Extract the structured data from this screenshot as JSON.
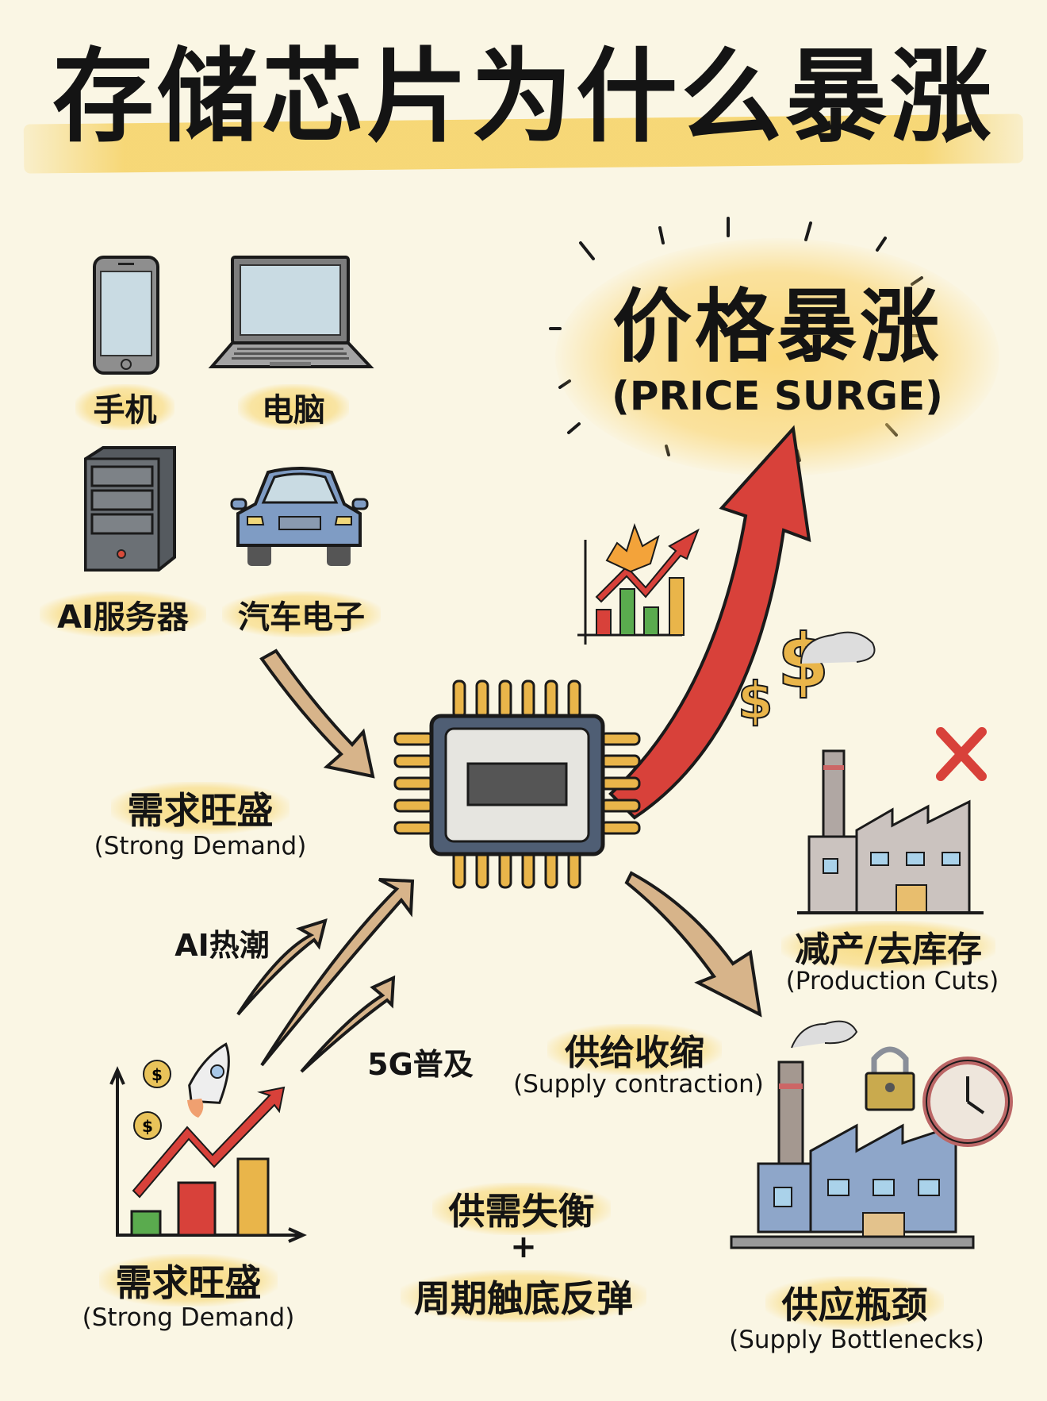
{
  "title": "存储芯片为什么暴涨",
  "price_surge": {
    "cn": "价格暴涨",
    "en": "(PRICE SURGE)"
  },
  "devices": [
    {
      "label": "手机",
      "icon": "smartphone-icon"
    },
    {
      "label": "电脑",
      "icon": "laptop-icon"
    },
    {
      "label": "AI服务器",
      "icon": "server-icon"
    },
    {
      "label": "汽车电子",
      "icon": "car-icon"
    }
  ],
  "demand_top": {
    "cn": "需求旺盛",
    "en": "(Strong Demand)"
  },
  "drivers": {
    "ai": "AI热潮",
    "g5": "5G普及"
  },
  "demand_bottom": {
    "cn": "需求旺盛",
    "en": "(Strong Demand)"
  },
  "production_cuts": {
    "cn": "减产/去库存",
    "en": "(Production Cuts)"
  },
  "supply_contraction": {
    "cn": "供给收缩",
    "en": "(Supply contraction)"
  },
  "conclusion": {
    "line1": "供需失衡",
    "plus": "+",
    "line2": "周期触底反弹"
  },
  "supply_bottleneck": {
    "cn": "供应瓶颈",
    "en": "(Supply Bottlenecks)"
  },
  "colors": {
    "background": "#faf6e4",
    "highlight": "#f6d26e",
    "red_arrow": "#d8413a",
    "tan_arrow": "#d7b48a",
    "chip_gold": "#e9b54a"
  }
}
